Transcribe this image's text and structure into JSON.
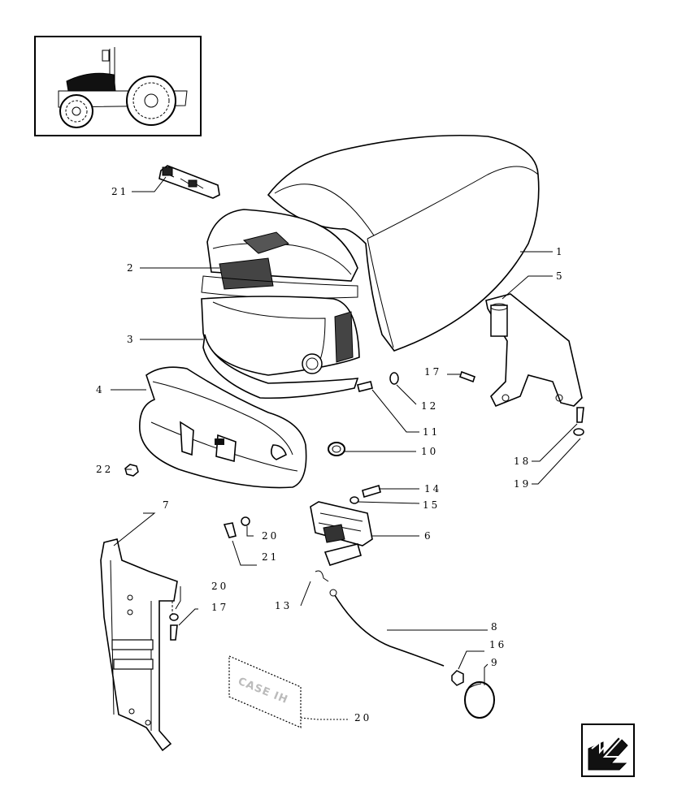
{
  "callouts": {
    "c1": "1",
    "c2": "2",
    "c3": "3",
    "c4": "4",
    "c5": "5",
    "c6": "6",
    "c7": "7",
    "c8": "8",
    "c9": "9",
    "c10": "10",
    "c11": "11",
    "c12": "12",
    "c13": "13",
    "c14": "14",
    "c15": "15",
    "c16_a": "16",
    "c17_a": "17",
    "c17_b": "17",
    "c18": "18",
    "c19": "19",
    "c20_a": "20",
    "c20_b": "20",
    "c20_c": "20",
    "c21_a": "21",
    "c21_b": "21",
    "c22": "22"
  },
  "decal": {
    "text": "CASE IH"
  },
  "icons": {
    "overview": "tractor-overview-icon",
    "navigation": "page-navigation-arrow-icon"
  }
}
